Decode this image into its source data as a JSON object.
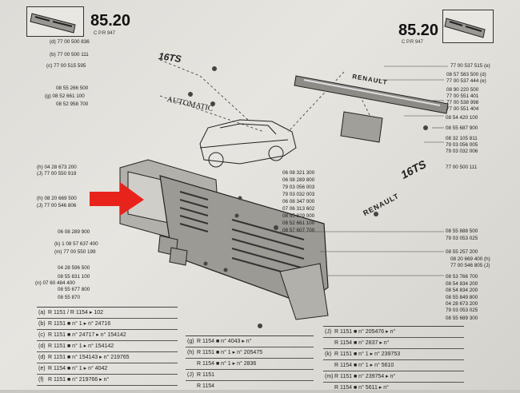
{
  "header": {
    "left_number": "85.20",
    "left_sub": "C     P.R 947",
    "right_number": "85.20",
    "right_sub": "C     P.R 947"
  },
  "diagram": {
    "emblem_text": "16TS",
    "script_text": "AUTOMATIC",
    "badge_text": "RENAULT",
    "side_emblem": "16TS",
    "side_script": "RENAULT"
  },
  "left_labels": [
    {
      "t": "(d) 77 00 500 836"
    },
    {
      "t": "(b) 77 00 500 111"
    },
    {
      "t": "(c) 77 00 515 595"
    },
    {
      "t": "08 55 266 500"
    },
    {
      "t": "(g) 08 52 661 100"
    },
    {
      "t": "08 52 958 700"
    },
    {
      "t": "(h) 04 28 673 200"
    },
    {
      "t": "(J) 77 00 550 919"
    },
    {
      "t": "(h) 08 20 669 500"
    },
    {
      "t": "(J) 77 00 546 806"
    },
    {
      "t": "06 08 289 900"
    },
    {
      "t": "(k) 1 08 57 637 400"
    },
    {
      "t": "(m) 77 00 550 199"
    },
    {
      "t": "04 28 596 500"
    },
    {
      "t": "08 55 831 100"
    },
    {
      "t": "(n) 07 60 484 400"
    },
    {
      "t": "08 55 677 800"
    },
    {
      "t": "08 55 870"
    }
  ],
  "center_labels": [
    {
      "t": "06 08 321 300"
    },
    {
      "t": "06 08 289 800"
    },
    {
      "t": "79 03 056 003"
    },
    {
      "t": "79 03 032 003"
    },
    {
      "t": "06 08 347 000"
    },
    {
      "t": "07 06 313 602"
    },
    {
      "t": "08 55 829 000"
    },
    {
      "t": "08 52 661 100"
    },
    {
      "t": "08 57 607 700"
    }
  ],
  "right_labels": [
    {
      "t": "77 00 537 515 (e)"
    },
    {
      "t": "08 57 583 500 (d)"
    },
    {
      "t": "77 00 537 444 (e)"
    },
    {
      "t": "08 90 220 500"
    },
    {
      "t": "77 00 551 401"
    },
    {
      "t": "77 00 538 998"
    },
    {
      "t": "77 00 551 404"
    },
    {
      "t": "08 54 420 100"
    },
    {
      "t": "08 55 687 900"
    },
    {
      "t": "08 32 105 811"
    },
    {
      "t": "79 03 056 005"
    },
    {
      "t": "79 03 032 006"
    },
    {
      "t": "77 00 500 111"
    },
    {
      "t": "08 55 888 500"
    },
    {
      "t": "79 03 053 025"
    },
    {
      "t": "08 55 257 200"
    },
    {
      "t": "08 20 669 400 (h)"
    },
    {
      "t": "77 00 546 805 (J)"
    },
    {
      "t": "08 53 766 700"
    },
    {
      "t": "08 54 834 200"
    },
    {
      "t": "08 54 834 200"
    },
    {
      "t": "08 55 849 800"
    },
    {
      "t": "04 28 673 200"
    },
    {
      "t": "79 03 053 025"
    },
    {
      "t": "08 55 689 300"
    }
  ],
  "table_left": [
    {
      "k": "(a)",
      "t": "R 1151 / R 1154 ▸ 102"
    },
    {
      "k": "(b)",
      "t": "R 1151 ■ n° 1 ▸ n° 24716"
    },
    {
      "k": "(c)",
      "t": "R 1151 ■ n° 24717 ▸ n° 154142"
    },
    {
      "k": "(d)",
      "t": "R 1151 ■ n° 1 ▸ n° 154142"
    },
    {
      "k": "(d)",
      "t": "R 1151 ■ n° 154143 ▸ n° 219765"
    },
    {
      "k": "(e)",
      "t": "R 1154 ■ n° 1 ▸ n° 4042"
    },
    {
      "k": "(f)",
      "t": "R 1151 ■ n° 219766 ▸ n°"
    }
  ],
  "table_mid": [
    {
      "k": "(g)",
      "t": "R 1154 ■ n° 4043 ▸ n°"
    },
    {
      "k": "(h)",
      "t": "R 1151 ■ n° 1 ▸ n° 205475"
    },
    {
      "k": "",
      "t": "R 1154 ■ n° 1 ▸ n° 2836"
    },
    {
      "k": "(J)",
      "t": "R 1151"
    },
    {
      "k": "",
      "t": "R 1154"
    }
  ],
  "table_right": [
    {
      "k": "(J)",
      "t": "R 1151 ■ n° 205476 ▸ n°"
    },
    {
      "k": "",
      "t": "R 1154 ■ n° 2837 ▸ n°"
    },
    {
      "k": "(k)",
      "t": "R 1151 ■ n° 1 ▸ n° 239753"
    },
    {
      "k": "",
      "t": "R 1154 ■ n° 1 ▸ n° 5610"
    },
    {
      "k": "(m)",
      "t": "R 1151 ■ n° 239754 ▸ n°"
    },
    {
      "k": "",
      "t": "R 1154 ■ n° 5611 ▸ n°"
    }
  ],
  "colors": {
    "arrow": "#e8231c",
    "ink": "#1f1f1f",
    "paper": "#e4e2dd"
  }
}
